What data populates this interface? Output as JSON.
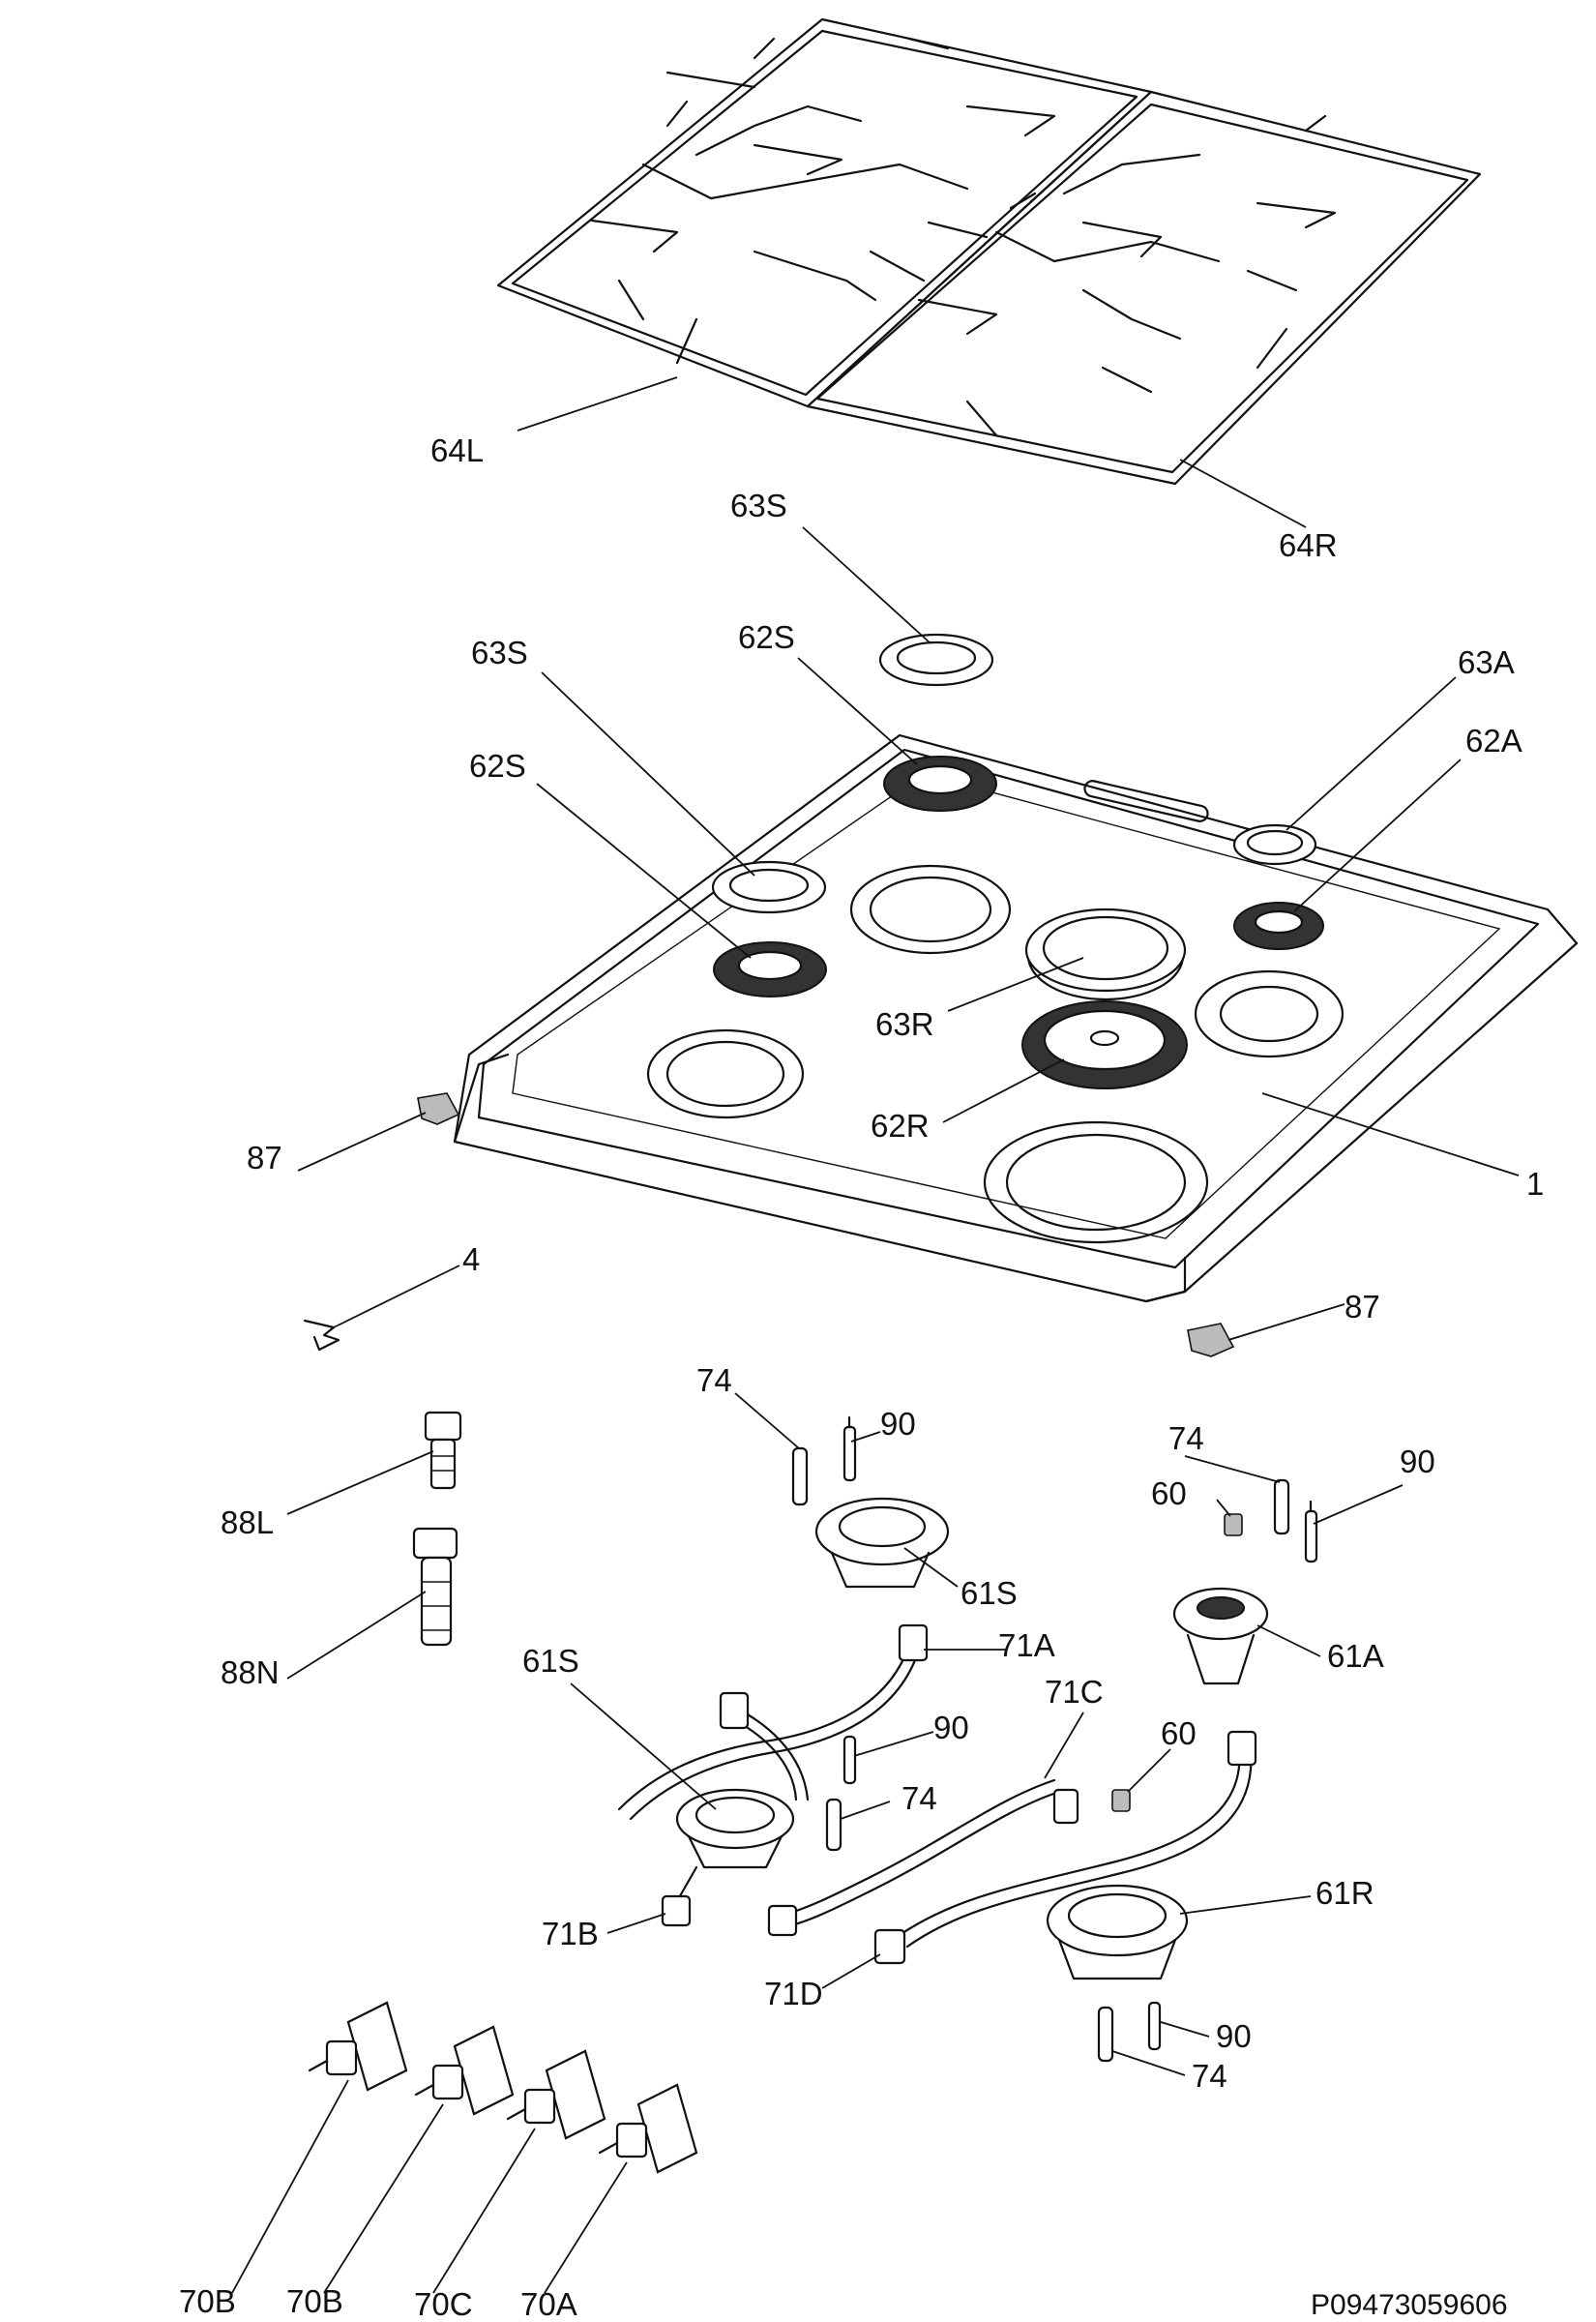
{
  "callouts": [
    {
      "id": "64L",
      "label": "64L"
    },
    {
      "id": "64R",
      "label": "64R"
    },
    {
      "id": "63S-top",
      "label": "63S"
    },
    {
      "id": "62S-top",
      "label": "62S"
    },
    {
      "id": "63S-left",
      "label": "63S"
    },
    {
      "id": "62S-left",
      "label": "62S"
    },
    {
      "id": "63A",
      "label": "63A"
    },
    {
      "id": "62A",
      "label": "62A"
    },
    {
      "id": "63R",
      "label": "63R"
    },
    {
      "id": "62R",
      "label": "62R"
    },
    {
      "id": "1",
      "label": "1"
    },
    {
      "id": "87-left",
      "label": "87"
    },
    {
      "id": "87-right",
      "label": "87"
    },
    {
      "id": "4",
      "label": "4"
    },
    {
      "id": "88L",
      "label": "88L"
    },
    {
      "id": "88N",
      "label": "88N"
    },
    {
      "id": "74-a",
      "label": "74"
    },
    {
      "id": "90-a",
      "label": "90"
    },
    {
      "id": "61S-a",
      "label": "61S"
    },
    {
      "id": "74-b",
      "label": "74"
    },
    {
      "id": "90-b",
      "label": "90"
    },
    {
      "id": "60-a",
      "label": "60"
    },
    {
      "id": "61A",
      "label": "61A"
    },
    {
      "id": "61S-b",
      "label": "61S"
    },
    {
      "id": "71A",
      "label": "71A"
    },
    {
      "id": "90-c",
      "label": "90"
    },
    {
      "id": "74-c",
      "label": "74"
    },
    {
      "id": "71C",
      "label": "71C"
    },
    {
      "id": "60-b",
      "label": "60"
    },
    {
      "id": "71B",
      "label": "71B"
    },
    {
      "id": "71D",
      "label": "71D"
    },
    {
      "id": "61R",
      "label": "61R"
    },
    {
      "id": "90-d",
      "label": "90"
    },
    {
      "id": "74-d",
      "label": "74"
    },
    {
      "id": "70B-1",
      "label": "70B"
    },
    {
      "id": "70B-2",
      "label": "70B"
    },
    {
      "id": "70C",
      "label": "70C"
    },
    {
      "id": "70A",
      "label": "70A"
    }
  ],
  "drawing_code": "P09473059606"
}
